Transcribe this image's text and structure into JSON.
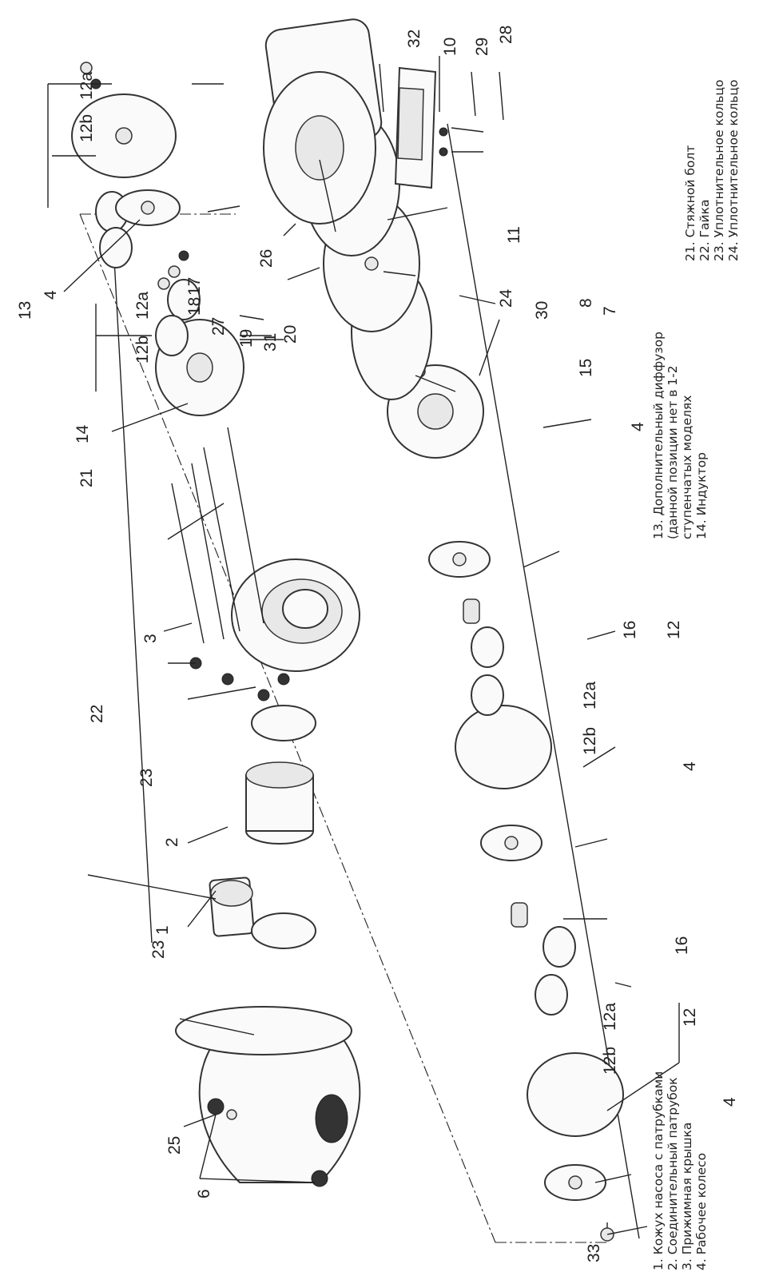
{
  "labels": {
    "l1": "1",
    "l2": "2",
    "l3": "3",
    "l4": "4",
    "l6": "6",
    "l7": "7",
    "l8": "8",
    "l10": "10",
    "l11": "11",
    "l12": "12",
    "l12a": "12a",
    "l12b": "12b",
    "l13": "13",
    "l14": "14",
    "l15": "15",
    "l16": "16",
    "l17": "17",
    "l18": "18",
    "l19": "19",
    "l20": "20",
    "l21": "21",
    "l22": "22",
    "l23": "23",
    "l24": "24",
    "l25": "25",
    "l26": "26",
    "l27": "27",
    "l28": "28",
    "l29": "29",
    "l30": "30",
    "l31": "31",
    "l32": "32",
    "l33": "33"
  },
  "legend": {
    "col1": [
      "1. Кожух насоса с патрубками",
      "2. Соединительный патрубок",
      "3. Прижимная крышка",
      "4. Рабочее колесо"
    ],
    "col2": [
      "13. Дополнительный диффузор",
      "(данной позиции нет в 1-2",
      "ступенчатых моделях",
      "14. Индуктор"
    ],
    "col3": [
      "21. Стяжной болт",
      "22. Гайка",
      "23. Уплотнительное кольцо",
      "24. Уплотнительное кольцо"
    ]
  }
}
